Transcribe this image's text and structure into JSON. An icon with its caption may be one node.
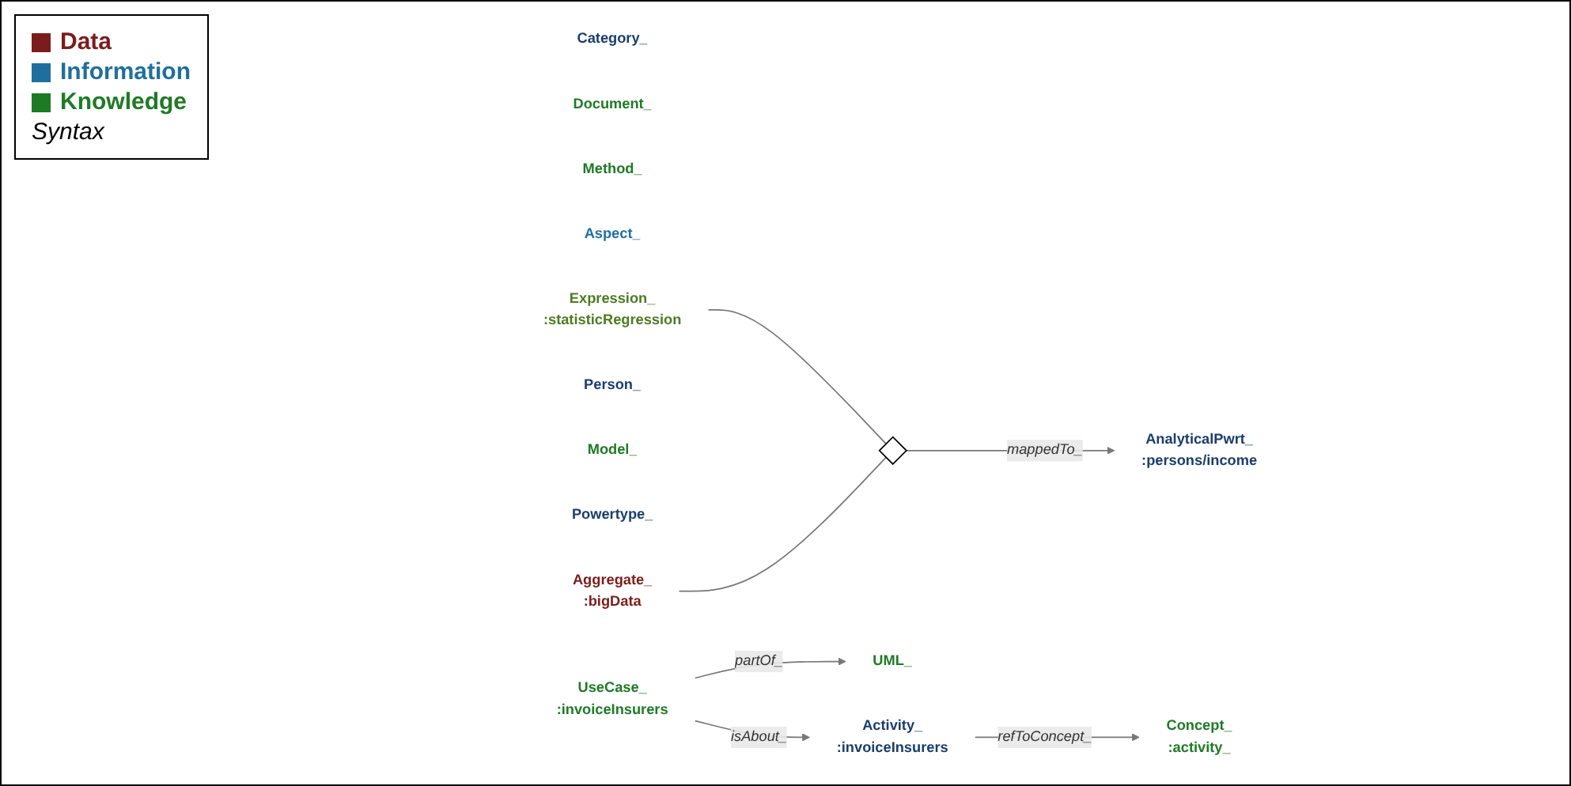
{
  "diagram": {
    "nodes": [
      {
        "text": [
          "Concept_",
          ":activity_"
        ]
      },
      {
        "text": [
          "Category_"
        ]
      },
      {
        "text": [
          "Document_"
        ]
      },
      {
        "text": [
          "Activity_",
          ":invoiceInsurers"
        ]
      },
      {
        "text": [
          "Method_"
        ]
      },
      {
        "text": [
          "UML_"
        ]
      },
      {
        "text": [
          "Aspect_"
        ]
      },
      {
        "text": [
          "Expression_",
          ":statisticRegression"
        ]
      },
      {
        "text": [
          "Person_"
        ]
      },
      {
        "text": [
          "Model_"
        ]
      },
      {
        "text": [
          "Powertype_"
        ]
      },
      {
        "text": [
          "UseCase_",
          ":invoiceInsurers"
        ]
      },
      {
        "text": [
          "Aggregate_",
          ":bigData"
        ]
      },
      {
        "text": [],
        "shape": "diamond"
      },
      {
        "text": [
          "AnalyticalPwrt_",
          ":persons/income"
        ]
      }
    ],
    "edges": [
      {
        "from": 3,
        "to": 0,
        "arrow": "to",
        "label": "refToConcept_"
      },
      {
        "from": 11,
        "to": 5,
        "arrow": "to",
        "label": "partOf_"
      },
      {
        "from": 11,
        "to": 3,
        "arrow": "to",
        "label": "isAbout_"
      },
      {
        "from": 7,
        "to": 13,
        "arrow": "none"
      },
      {
        "from": 12,
        "to": 13,
        "arrow": "none"
      },
      {
        "from": 13,
        "to": 14,
        "arrow": "to",
        "label": "mappedTo_"
      }
    ],
    "legend": [
      {
        "text": "Data",
        "color": "#7b1c1c"
      },
      {
        "text": "Information",
        "color": "#1f6f9c"
      },
      {
        "text": "Knowledge",
        "color": "#1f7a25"
      },
      {
        "text": "Syntax"
      }
    ]
  }
}
